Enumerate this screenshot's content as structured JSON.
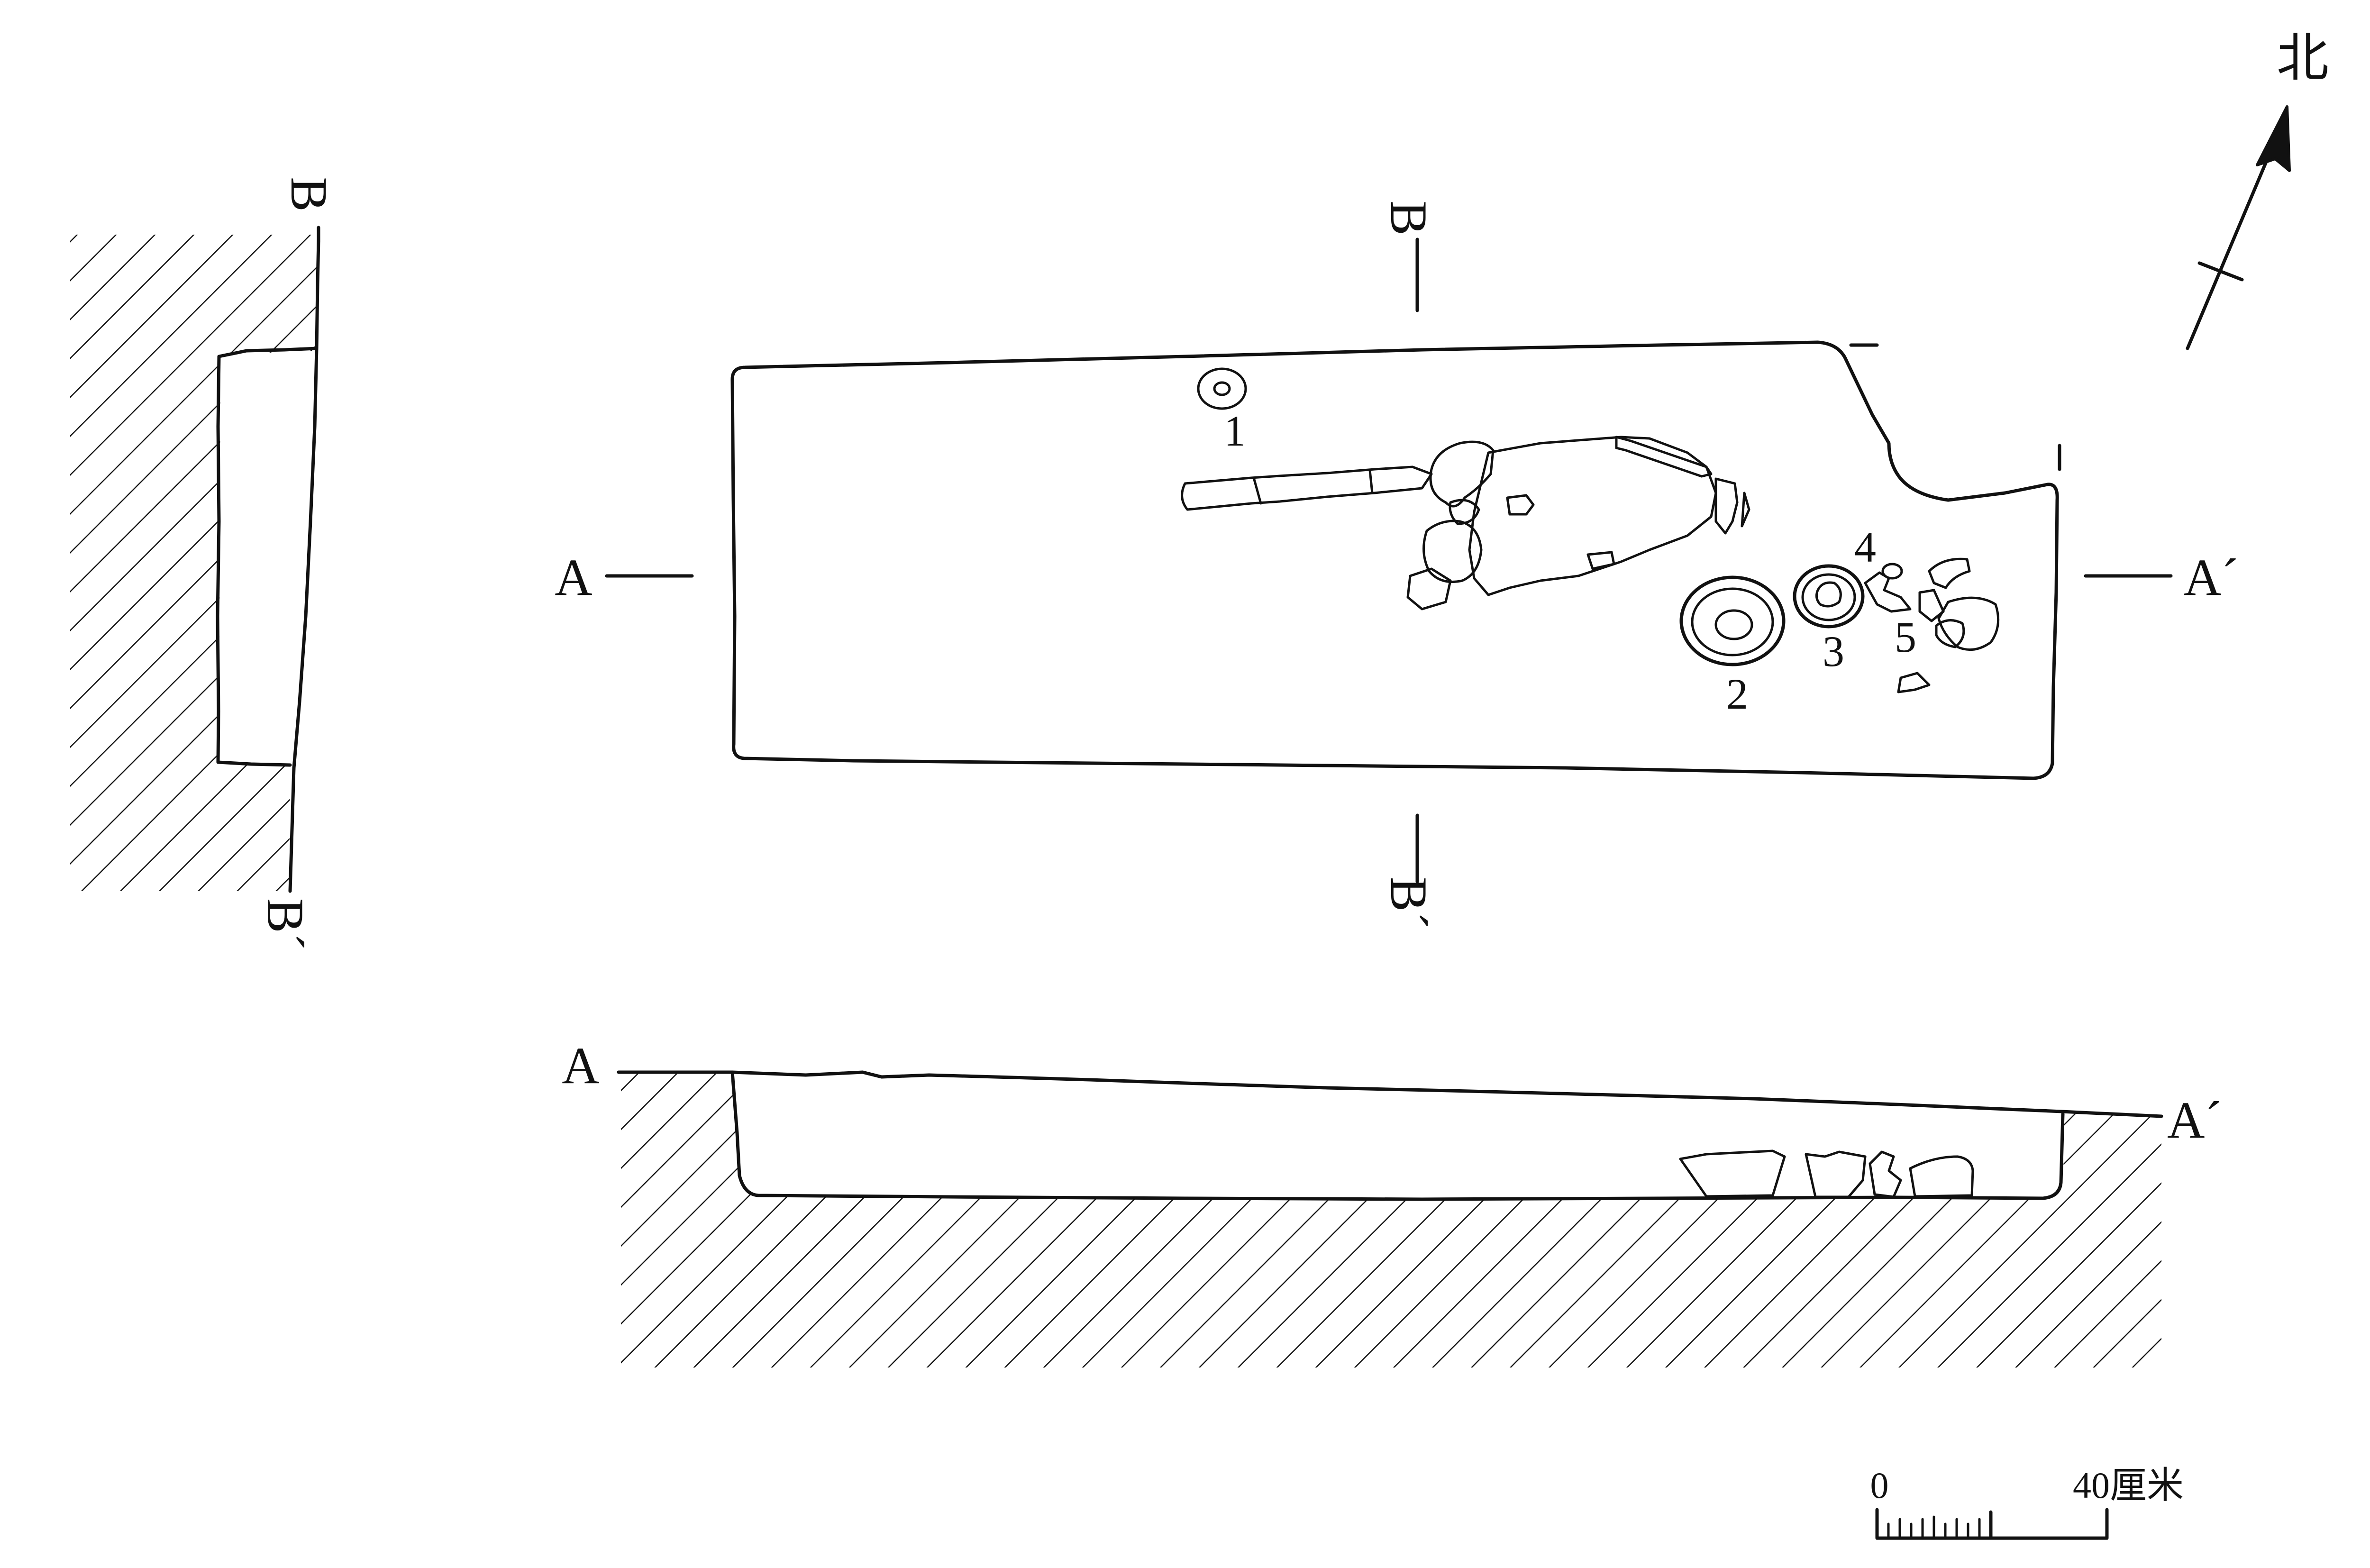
{
  "compass": {
    "label": "北"
  },
  "sections": {
    "a_start": "A",
    "a_end": "A´",
    "b_start": "B",
    "b_end": "B´"
  },
  "artifacts": [
    "1",
    "2",
    "3",
    "4",
    "5"
  ],
  "scale_bar": {
    "zero": "0",
    "end": "40厘米"
  }
}
